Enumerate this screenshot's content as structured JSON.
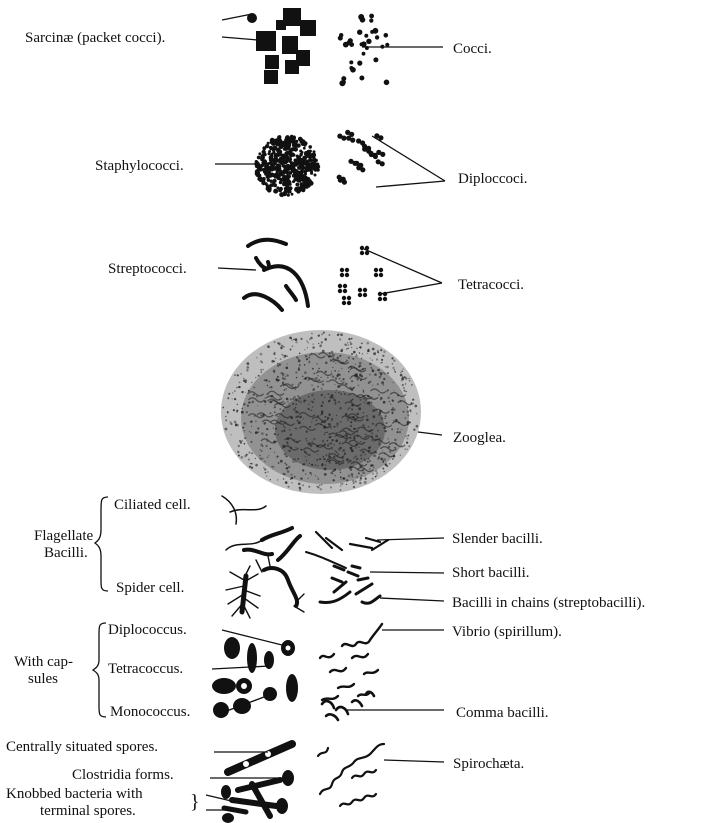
{
  "labels": {
    "sarcinae": "Sarcinæ (packet cocci).",
    "cocci": "Cocci.",
    "staphylococci": "Staphylococci.",
    "diplococci": "Diploccoci.",
    "streptococci": "Streptococci.",
    "tetracocci": "Tetracocci.",
    "zooglea": "Zooglea.",
    "ciliated_cell": "Ciliated cell.",
    "flagellate_line1": "Flagellate",
    "flagellate_line2": "Bacilli.",
    "spider_cell": "Spider cell.",
    "slender_bacilli": "Slender bacilli.",
    "short_bacilli": "Short bacilli.",
    "bacilli_in_chains": "Bacilli in chains (streptobacilli).",
    "diplococcus": "Diplococcus.",
    "with_capsules_line1": "With cap-",
    "with_capsules_line2": "sules",
    "tetracoccus": "Tetracoccus.",
    "monococcus": "Monococcus.",
    "vibrio": "Vibrio (spirillum).",
    "comma_bacilli": "Comma bacilli.",
    "central_spores": "Centrally situated spores.",
    "clostridia": "Clostridia forms.",
    "knobbed_line1": "Knobbed bacteria with",
    "knobbed_line2": "terminal spores.",
    "spirochaeta": "Spirochæta."
  },
  "colors": {
    "ink": "#111111",
    "background": "#ffffff"
  }
}
